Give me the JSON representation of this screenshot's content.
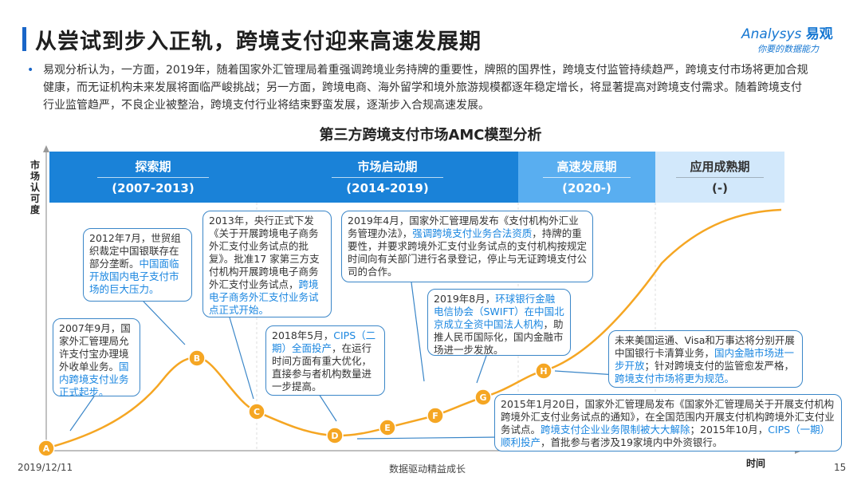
{
  "header": {
    "title": "从尝试到步入正轨，跨境支付迎来高速发展期",
    "logo_text": "Analysys",
    "logo_cn": "易观",
    "logo_tagline": "你要的数据能力"
  },
  "intro": {
    "bullet": "•",
    "text": "易观分析认为，一方面，2019年，随着国家外汇管理局着重强调跨境业务持牌的重要性，牌照的国界性，跨境支付监管持续趋严，跨境支付市场将更加合规健康，而无证机构未来发展将面临严峻挑战；另一方面，跨境电商、海外留学和境外旅游规模都逐年稳定增长，将显著提高对跨境支付需求。随着跨境支付行业监管趋严，不良企业被整治，跨境支付行业将结束野蛮发展，逐渐步入合规高速发展。"
  },
  "chart": {
    "title": "第三方跨境支付市场AMC模型分析",
    "y_axis_label": "市场认可度",
    "x_axis_label": "时间",
    "phases": [
      {
        "name": "探索期",
        "dates": "(2007-2013)",
        "color": "#1a82d8"
      },
      {
        "name": "市场启动期",
        "dates": "(2014-2019)",
        "color": "#1a82d8"
      },
      {
        "name": "高速发展期",
        "dates": "(2020-)",
        "color": "#59aef0"
      },
      {
        "name": "应用成熟期",
        "dates": "(-)",
        "color": "#d2e8fb"
      }
    ],
    "curve_color": "#f5a623",
    "points": [
      "A",
      "B",
      "C",
      "D",
      "E",
      "F",
      "G",
      "H"
    ]
  },
  "callouts": [
    {
      "id": "c2007",
      "before": "2007年9月，国家外汇管理局允许支付宝办理境外收单业务。",
      "highlight": "国内跨境支付业务正式起步。",
      "after": ""
    },
    {
      "id": "c2012",
      "before": "2012年7月，世贸组织裁定中国银联存在部分垄断。",
      "highlight": "中国面临开放国内电子支付市场的巨大压力。",
      "after": ""
    },
    {
      "id": "c2013",
      "before": "2013年，央行正式下发《关于开展跨境电子商务外汇支付业务试点的批复》。批准17 家第三方支付机构开展跨境电子商务外汇支付业务试点，",
      "highlight": "跨境电子商务外汇支付业务试点正式开始。",
      "after": ""
    },
    {
      "id": "c2018",
      "before": "2018年5月，",
      "highlight": "CIPS（二期）全面投产",
      "after": "，在运行时间方面有重大优化，直接参与者机构数量进一步提高。"
    },
    {
      "id": "c2019a",
      "before": "2019年4月，国家外汇管理局发布《支付机构外汇业务管理办法》，",
      "highlight": "强调跨境支付业务合法资质",
      "after": "，持牌的重要性，并要求跨境外汇支付业务试点的支付机构按规定时间向有关部门进行名录登记，停止与无证跨境支付公司的合作。"
    },
    {
      "id": "c2019b",
      "before": "2019年8月，",
      "highlight": "环球银行金融电信协会（SWIFT）在中国北京成立全资中国法人机构",
      "after": "，助推人民币国际化，国内金融市场进一步发放。"
    },
    {
      "id": "cfuture",
      "before": "未来美国运通、Visa和万事达将分别开展中国银行卡清算业务，",
      "highlight": "国内金融市场进一步开放",
      "after": "；针对跨境支付的监管愈发严格，",
      "highlight2": "跨境支付市场将更为规范。"
    },
    {
      "id": "c2015",
      "before": "2015年1月20日，国家外汇管理局发布《国家外汇管理局关于开展支付机构跨境外汇支付业务试点的通知》，在全国范围内开展支付机构跨境外汇支付业务试点。",
      "highlight": "跨境支付企业业务限制被大大解除",
      "after": "；2015年10月，",
      "highlight2": "CIPS（一期）顺利投产",
      "after2": "，首批参与者涉及19家境内中外资银行。"
    }
  ],
  "footer": {
    "date": "2019/12/11",
    "slogan": "数据驱动精益成长",
    "page": "15"
  }
}
